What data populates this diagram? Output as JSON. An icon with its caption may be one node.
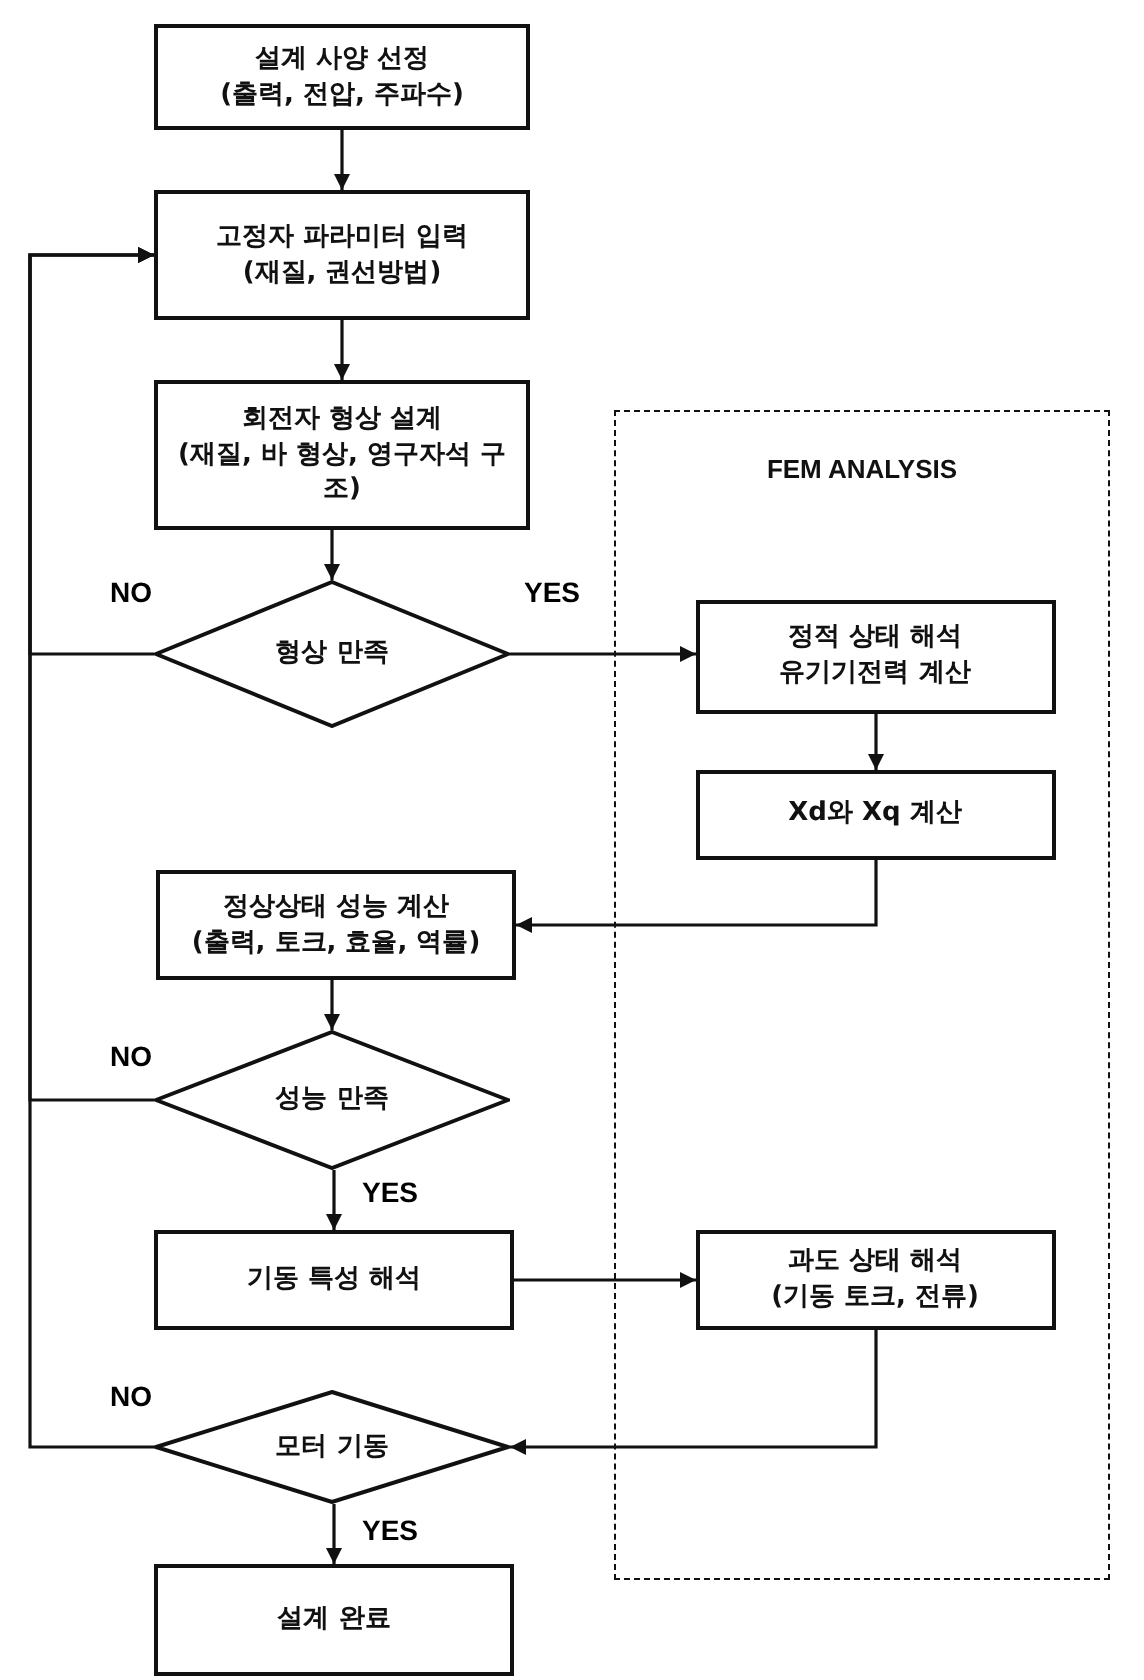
{
  "diagram": {
    "nodes": [
      {
        "text": [
          "설계 사양 선정",
          "(출력, 전압, 주파수)"
        ]
      },
      {
        "text": [
          "고정자 파라미터 입력",
          "(재질, 권선방법)"
        ]
      },
      {
        "text": [
          "회전자 형상 설계",
          "(재질, 바 형상, 영구자석 구조)"
        ]
      },
      {
        "text": [
          "형상 만족"
        ]
      },
      {
        "text": [
          "FEM ANALYSIS"
        ]
      },
      {
        "text": [
          "정적 상태 해석",
          "유기기전력 계산"
        ],
        "in": 4
      },
      {
        "text": [
          "Xd와 Xq 계산"
        ],
        "in": 4
      },
      {
        "text": [
          "정상상태 성능 계산",
          "(출력, 토크, 효율, 역률)"
        ]
      },
      {
        "text": [
          "성능 만족"
        ]
      },
      {
        "text": [
          "기동 특성 해석"
        ]
      },
      {
        "text": [
          "과도 상태 해석",
          "(기동 토크, 전류)"
        ],
        "in": 4
      },
      {
        "text": [
          "모터 기동"
        ]
      },
      {
        "text": [
          "설계 완료"
        ]
      }
    ],
    "edges": [
      {
        "from": 0,
        "to": 1,
        "arrow": "to"
      },
      {
        "from": 1,
        "to": 2,
        "arrow": "to"
      },
      {
        "from": 2,
        "to": 3,
        "arrow": "to"
      },
      {
        "from": 3,
        "to": 1,
        "arrow": "to",
        "label": "NO"
      },
      {
        "from": 3,
        "to": 5,
        "arrow": "to",
        "label": "YES"
      },
      {
        "from": 5,
        "to": 6,
        "arrow": "to"
      },
      {
        "from": 6,
        "to": 7,
        "arrow": "to"
      },
      {
        "from": 7,
        "to": 8,
        "arrow": "to"
      },
      {
        "from": 8,
        "to": 1,
        "arrow": "to",
        "label": "NO"
      },
      {
        "from": 8,
        "to": 9,
        "arrow": "to",
        "label": "YES"
      },
      {
        "from": 9,
        "to": 10,
        "arrow": "to"
      },
      {
        "from": 10,
        "to": 11,
        "arrow": "to"
      },
      {
        "from": 11,
        "to": 1,
        "arrow": "to",
        "label": "NO"
      },
      {
        "from": 11,
        "to": 12,
        "arrow": "to",
        "label": "YES"
      }
    ]
  }
}
